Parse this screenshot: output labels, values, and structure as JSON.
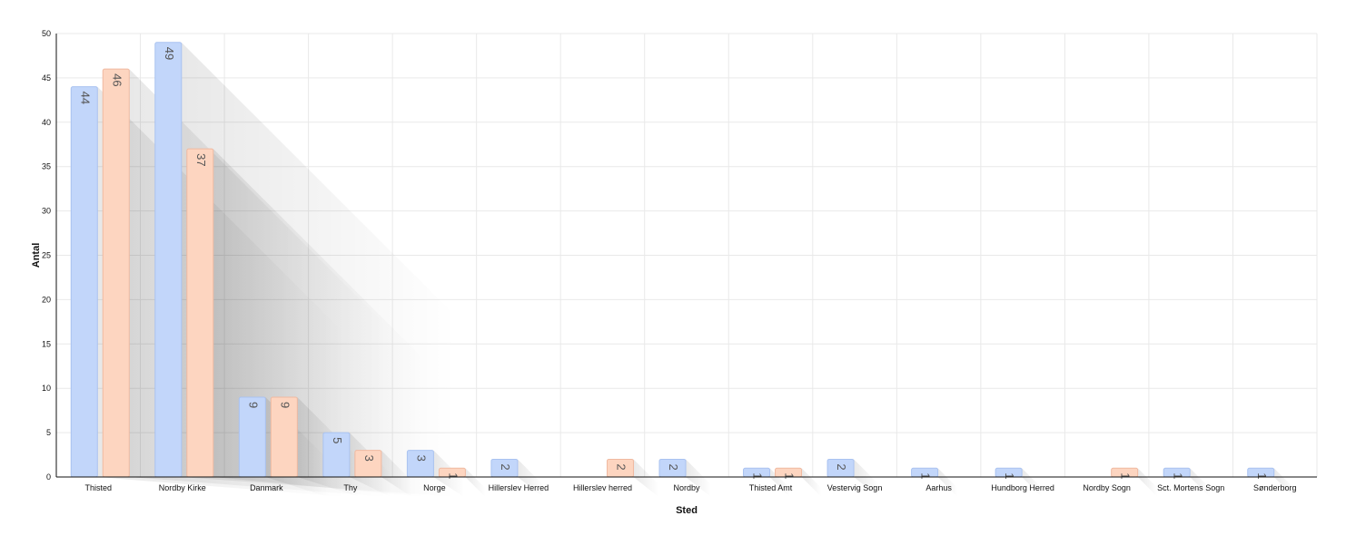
{
  "chart_data": {
    "type": "bar",
    "xlabel": "Sted",
    "ylabel": "Antal",
    "ylim": [
      0,
      50
    ],
    "yticks": [
      0,
      5,
      10,
      15,
      20,
      25,
      30,
      35,
      40,
      45,
      50
    ],
    "grid": true,
    "categories": [
      "Thisted",
      "Nordby Kirke",
      "Danmark",
      "Thy",
      "Norge",
      "Hillerslev Herred",
      "Hillerslev herred",
      "Nordby",
      "Thisted Amt",
      "Vestervig Sogn",
      "Aarhus",
      "Hundborg Herred",
      "Nordby Sogn",
      "Sct. Mortens Sogn",
      "Sønderborg"
    ],
    "series": [
      {
        "color": "#c2d6fa",
        "stroke": "#a9c2f0",
        "values": [
          44,
          49,
          9,
          5,
          3,
          2,
          null,
          2,
          1,
          2,
          1,
          1,
          null,
          1,
          1
        ]
      },
      {
        "color": "#fdd5c0",
        "stroke": "#f0b9a0",
        "values": [
          46,
          37,
          9,
          3,
          1,
          null,
          2,
          null,
          1,
          null,
          null,
          null,
          1,
          null,
          null
        ]
      }
    ]
  }
}
